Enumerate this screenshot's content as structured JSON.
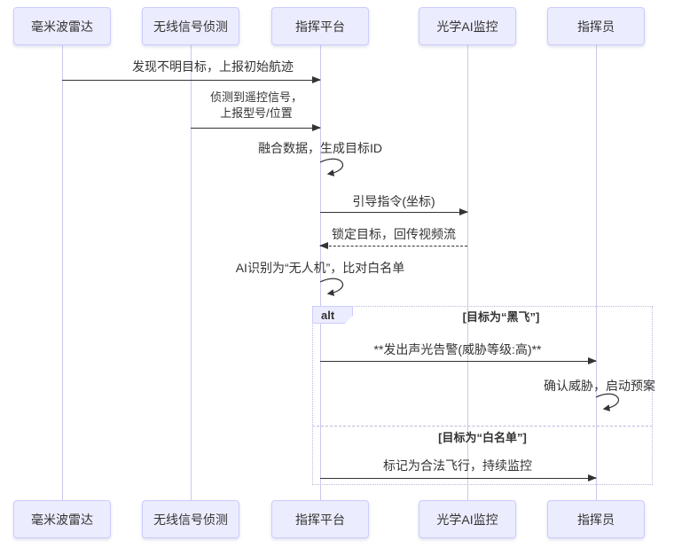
{
  "diagram": {
    "type": "sequence",
    "actors": [
      {
        "label": "毫米波雷达"
      },
      {
        "label": "无线信号侦测"
      },
      {
        "label": "指挥平台"
      },
      {
        "label": "光学AI监控"
      },
      {
        "label": "指挥员"
      }
    ],
    "messages": [
      {
        "from": "毫米波雷达",
        "to": "指挥平台",
        "arrow": "solid",
        "text": "发现不明目标，上报初始航迹"
      },
      {
        "from": "无线信号侦测",
        "to": "指挥平台",
        "arrow": "solid",
        "lines": [
          "侦测到遥控信号，",
          "上报型号/位置"
        ]
      },
      {
        "from": "指挥平台",
        "to": "指挥平台",
        "arrow": "self",
        "text": "融合数据，生成目标ID"
      },
      {
        "from": "指挥平台",
        "to": "光学AI监控",
        "arrow": "solid",
        "text": "引导指令(坐标)"
      },
      {
        "from": "光学AI监控",
        "to": "指挥平台",
        "arrow": "dashed",
        "text": "锁定目标，回传视频流"
      },
      {
        "from": "指挥平台",
        "to": "指挥平台",
        "arrow": "self",
        "text": "AI识别为“无人机”，比对白名单"
      },
      {
        "from": "指挥平台",
        "to": "指挥员",
        "arrow": "solid",
        "text": "**发出声光告警(威胁等级:高)**"
      },
      {
        "from": "指挥员",
        "to": "指挥员",
        "arrow": "self",
        "text": "确认威胁，启动预案"
      },
      {
        "from": "指挥平台",
        "to": "指挥员",
        "arrow": "solid",
        "text": "标记为合法飞行，持续监控"
      }
    ],
    "alt_block": {
      "label": "alt",
      "condition_1": "[目标为“黑飞”]",
      "condition_2": "[目标为“白名单”]"
    },
    "colors": {
      "actor_fill": "#ECECFF",
      "actor_border": "#CCCCFF",
      "lifeline": "#C9C9EC",
      "message_line": "#333333",
      "frame_border": "#B9B9DE"
    }
  }
}
